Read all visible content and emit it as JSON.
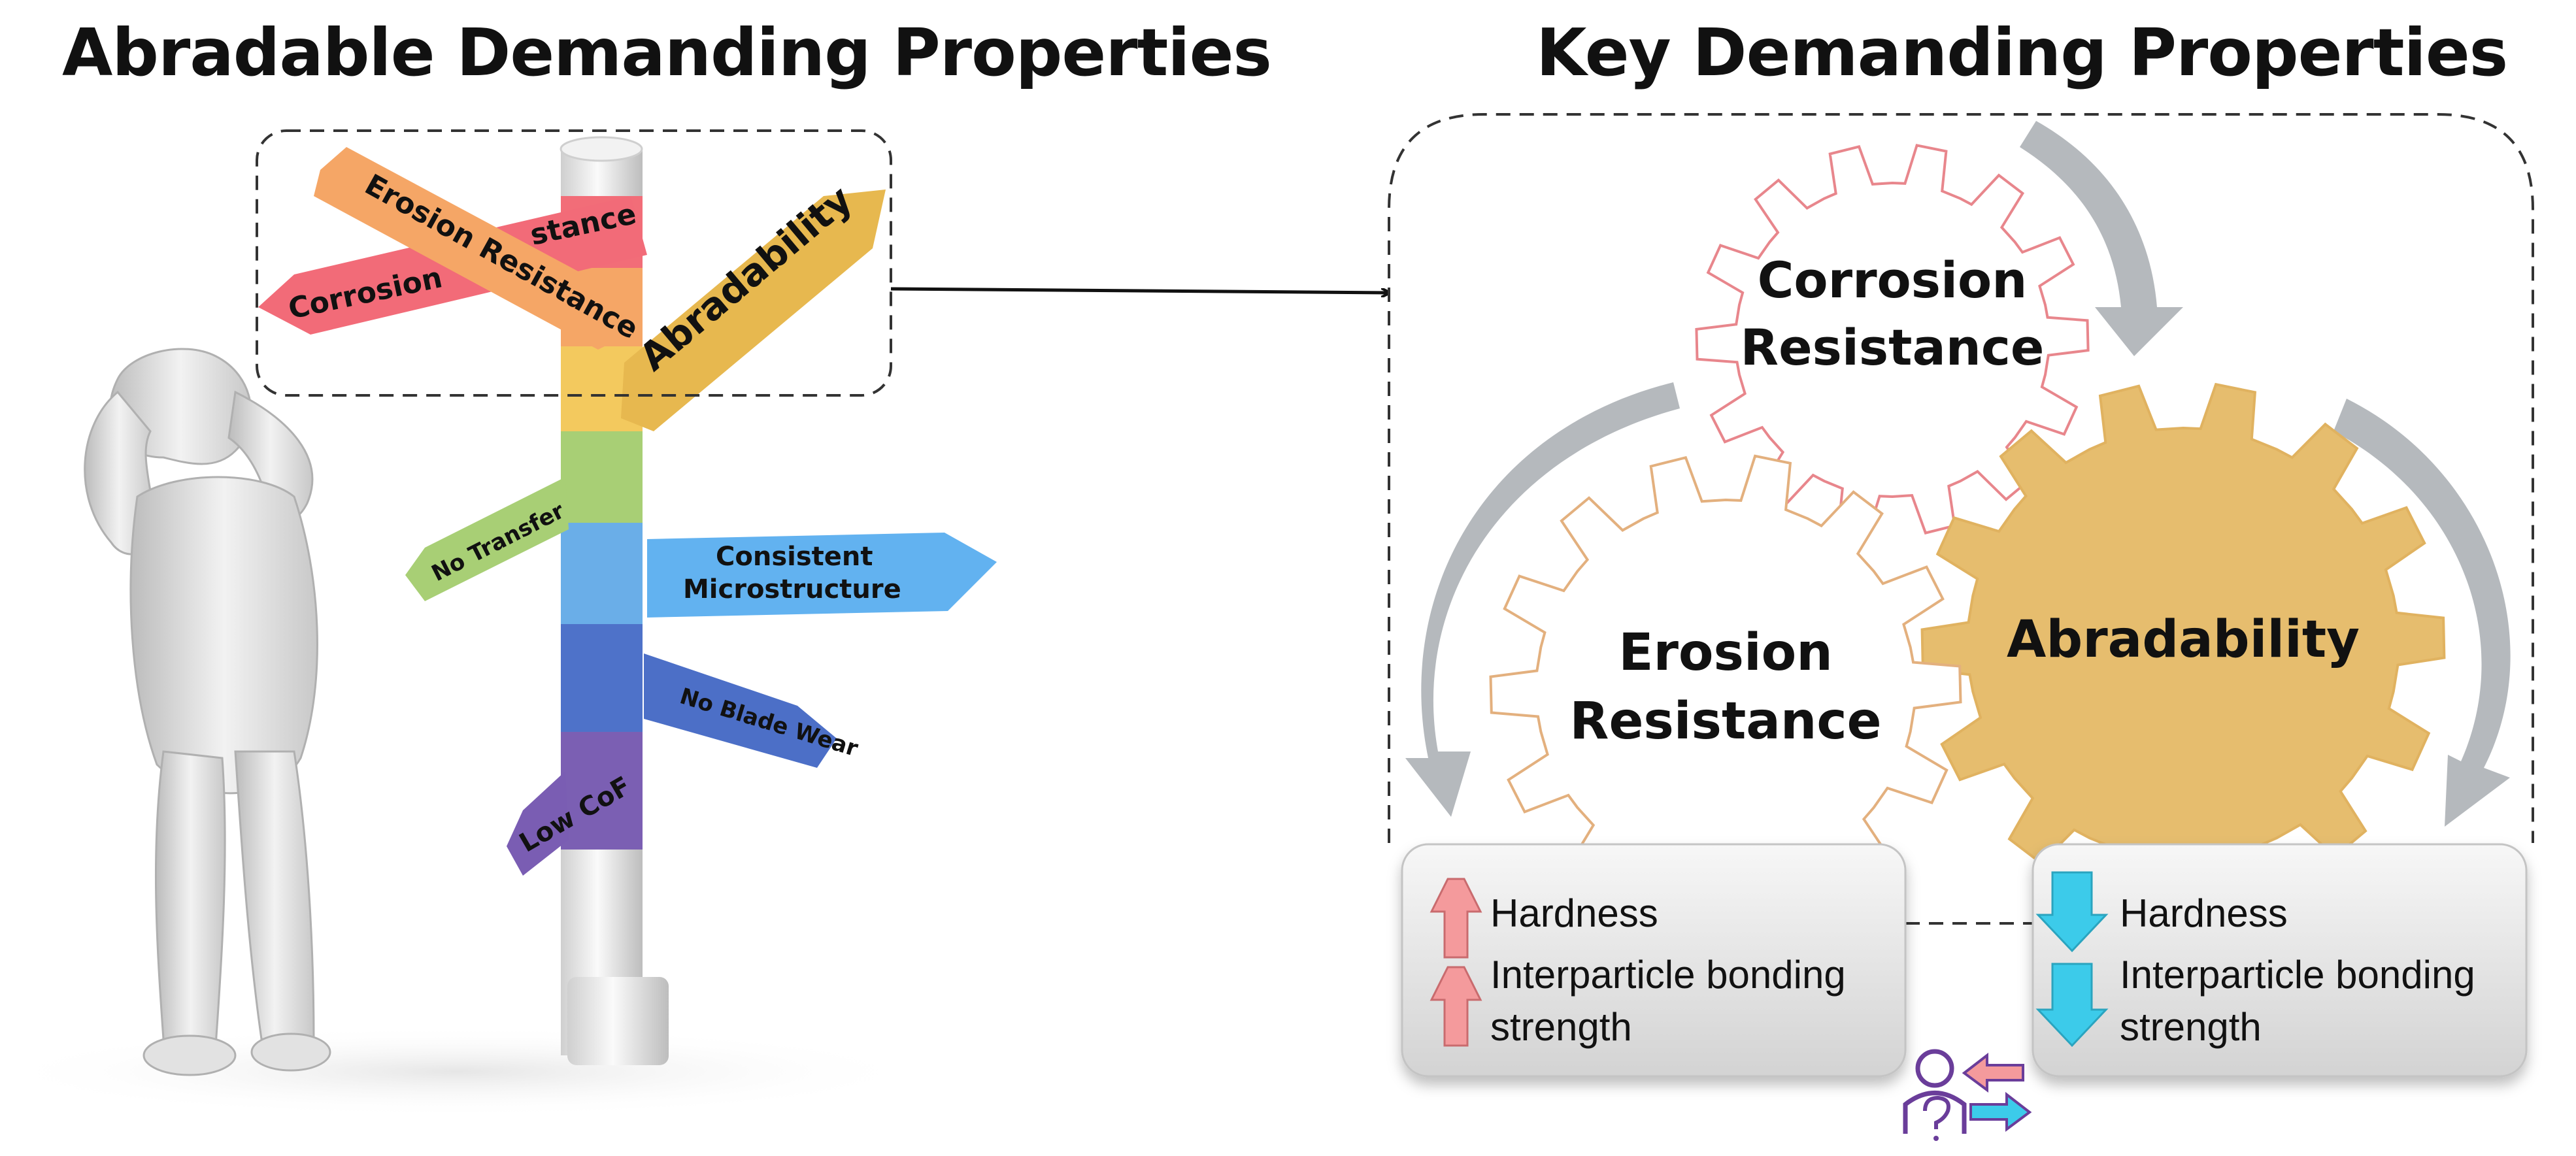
{
  "left_panel": {
    "title": "Abradable Demanding Properties",
    "signs": {
      "corrosion": "Corrosion",
      "corrosion_tail": "stance",
      "erosion": "Erosion Resistance",
      "abradability": "Abradability",
      "no_transfer": "No Transfer",
      "microstructure_line1": "Consistent",
      "microstructure_line2": "Microstructure",
      "no_blade_wear": "No Blade Wear",
      "low_cof": "Low CoF"
    }
  },
  "right_panel": {
    "title": "Key Demanding Properties",
    "gears": {
      "corrosion_line1": "Corrosion",
      "corrosion_line2": "Resistance",
      "erosion_line1": "Erosion",
      "erosion_line2": "Resistance",
      "abradability": "Abradability"
    },
    "box_increase": {
      "item1": "Hardness",
      "item2_line1": "Interparticle bonding",
      "item2_line2": "strength"
    },
    "box_decrease": {
      "item1": "Hardness",
      "item2_line1": "Interparticle bonding",
      "item2_line2": "strength"
    }
  },
  "colors": {
    "corrosion_gear": "#e8868c",
    "erosion_gear": "#e3b07e",
    "abradability_gear": "#e6bd6e",
    "up_arrow": "#f49a9c",
    "down_arrow": "#3ccbea"
  }
}
